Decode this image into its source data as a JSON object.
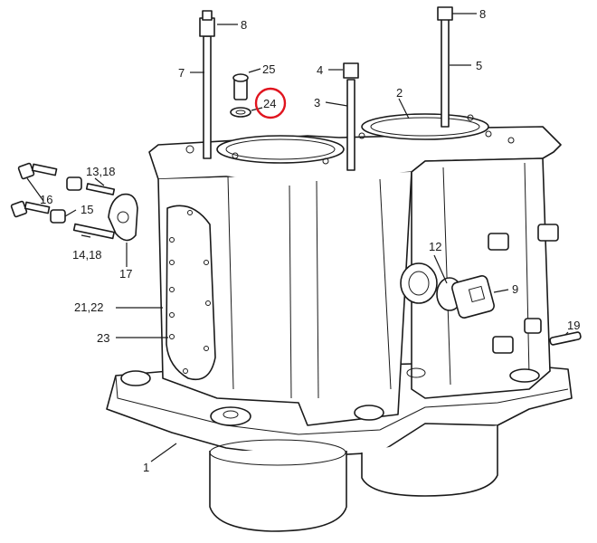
{
  "callouts": {
    "c1": "1",
    "c2": "2",
    "c3": "3",
    "c4": "4",
    "c5": "5",
    "c7": "7",
    "c8a": "8",
    "c8b": "8",
    "c9": "9",
    "c12": "12",
    "c13_18": "13,18",
    "c14_18": "14,18",
    "c15": "15",
    "c16": "16",
    "c17": "17",
    "c19": "19",
    "c21_22": "21,22",
    "c23": "23",
    "c24": "24",
    "c25": "25"
  },
  "highlight": {
    "part": "24",
    "color": "#e0141e"
  }
}
